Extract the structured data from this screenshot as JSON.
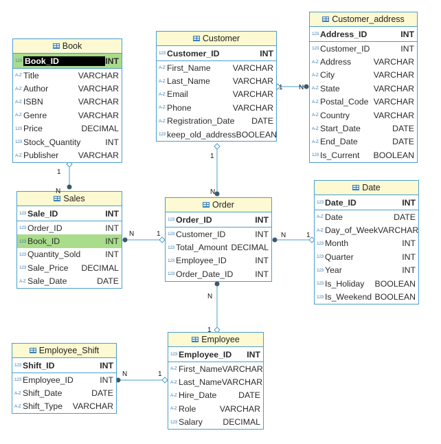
{
  "colors": {
    "header_bg": "#fdf9d2",
    "border": "#4a9ec8",
    "highlight": "#a9dc8b",
    "pk_highlight": "#000000"
  },
  "entities": {
    "book": {
      "name": "Book",
      "fields": [
        {
          "icon": "123",
          "name": "Book_ID",
          "type": "INT"
        },
        {
          "icon": "A-Z",
          "name": "Title",
          "type": "VARCHAR"
        },
        {
          "icon": "A-Z",
          "name": "Author",
          "type": "VARCHAR"
        },
        {
          "icon": "A-Z",
          "name": "ISBN",
          "type": "VARCHAR"
        },
        {
          "icon": "A-Z",
          "name": "Genre",
          "type": "VARCHAR"
        },
        {
          "icon": "123",
          "name": "Price",
          "type": "DECIMAL"
        },
        {
          "icon": "123",
          "name": "Stock_Quantity",
          "type": "INT"
        },
        {
          "icon": "A-Z",
          "name": "Publisher",
          "type": "VARCHAR"
        }
      ]
    },
    "customer": {
      "name": "Customer",
      "fields": [
        {
          "icon": "123",
          "name": "Customer_ID",
          "type": "INT"
        },
        {
          "icon": "A-Z",
          "name": "First_Name",
          "type": "VARCHAR"
        },
        {
          "icon": "A-Z",
          "name": "Last_Name",
          "type": "VARCHAR"
        },
        {
          "icon": "A-Z",
          "name": "Email",
          "type": "VARCHAR"
        },
        {
          "icon": "A-Z",
          "name": "Phone",
          "type": "VARCHAR"
        },
        {
          "icon": "A-Z",
          "name": "Registration_Date",
          "type": "DATE"
        },
        {
          "icon": "123",
          "name": "keep_old_address",
          "type": "BOOLEAN"
        }
      ]
    },
    "customer_address": {
      "name": "Customer_address",
      "fields": [
        {
          "icon": "123",
          "name": "Address_ID",
          "type": "INT"
        },
        {
          "icon": "123",
          "name": "Customer_ID",
          "type": "INT"
        },
        {
          "icon": "A-Z",
          "name": "Address",
          "type": "VARCHAR"
        },
        {
          "icon": "A-Z",
          "name": "City",
          "type": "VARCHAR"
        },
        {
          "icon": "A-Z",
          "name": "State",
          "type": "VARCHAR"
        },
        {
          "icon": "A-Z",
          "name": "Postal_Code",
          "type": "VARCHAR"
        },
        {
          "icon": "A-Z",
          "name": "Country",
          "type": "VARCHAR"
        },
        {
          "icon": "A-Z",
          "name": "Start_Date",
          "type": "DATE"
        },
        {
          "icon": "A-Z",
          "name": "End_Date",
          "type": "DATE"
        },
        {
          "icon": "123",
          "name": "Is_Current",
          "type": "BOOLEAN"
        }
      ]
    },
    "sales": {
      "name": "Sales",
      "fields": [
        {
          "icon": "123",
          "name": "Sale_ID",
          "type": "INT"
        },
        {
          "icon": "123",
          "name": "Order_ID",
          "type": "INT"
        },
        {
          "icon": "123",
          "name": "Book_ID",
          "type": "INT"
        },
        {
          "icon": "123",
          "name": "Quantity_Sold",
          "type": "INT"
        },
        {
          "icon": "123",
          "name": "Sale_Price",
          "type": "DECIMAL"
        },
        {
          "icon": "A-Z",
          "name": "Sale_Date",
          "type": "DATE"
        }
      ]
    },
    "order": {
      "name": "Order",
      "fields": [
        {
          "icon": "123",
          "name": "Order_ID",
          "type": "INT"
        },
        {
          "icon": "123",
          "name": "Customer_ID",
          "type": "INT"
        },
        {
          "icon": "123",
          "name": "Total_Amount",
          "type": "DECIMAL"
        },
        {
          "icon": "123",
          "name": "Employee_ID",
          "type": "INT"
        },
        {
          "icon": "123",
          "name": "Order_Date_ID",
          "type": "INT"
        }
      ]
    },
    "date": {
      "name": "Date",
      "fields": [
        {
          "icon": "123",
          "name": "Date_ID",
          "type": "INT"
        },
        {
          "icon": "A-Z",
          "name": "Date",
          "type": "DATE"
        },
        {
          "icon": "A-Z",
          "name": "Day_of_Week",
          "type": "VARCHAR"
        },
        {
          "icon": "123",
          "name": "Month",
          "type": "INT"
        },
        {
          "icon": "123",
          "name": "Quarter",
          "type": "INT"
        },
        {
          "icon": "123",
          "name": "Year",
          "type": "INT"
        },
        {
          "icon": "123",
          "name": "Is_Holiday",
          "type": "BOOLEAN"
        },
        {
          "icon": "123",
          "name": "Is_Weekend",
          "type": "BOOLEAN"
        }
      ]
    },
    "employee_shift": {
      "name": "Employee_Shift",
      "fields": [
        {
          "icon": "123",
          "name": "Shift_ID",
          "type": "INT"
        },
        {
          "icon": "123",
          "name": "Employee_ID",
          "type": "INT"
        },
        {
          "icon": "A-Z",
          "name": "Shift_Date",
          "type": "DATE"
        },
        {
          "icon": "A-Z",
          "name": "Shift_Type",
          "type": "VARCHAR"
        }
      ]
    },
    "employee": {
      "name": "Employee",
      "fields": [
        {
          "icon": "123",
          "name": "Employee_ID",
          "type": "INT"
        },
        {
          "icon": "A-Z",
          "name": "First_Name",
          "type": "VARCHAR"
        },
        {
          "icon": "A-Z",
          "name": "Last_Name",
          "type": "VARCHAR"
        },
        {
          "icon": "A-Z",
          "name": "Hire_Date",
          "type": "DATE"
        },
        {
          "icon": "A-Z",
          "name": "Role",
          "type": "VARCHAR"
        },
        {
          "icon": "123",
          "name": "Salary",
          "type": "DECIMAL"
        }
      ]
    }
  },
  "relationships": [
    {
      "from": "book",
      "to": "sales",
      "from_card": "1",
      "to_card": "N"
    },
    {
      "from": "customer",
      "to": "order",
      "from_card": "1",
      "to_card": "N"
    },
    {
      "from": "customer",
      "to": "customer_address",
      "from_card": "1",
      "to_card": "N"
    },
    {
      "from": "order",
      "to": "sales",
      "from_card": "1",
      "to_card": "N"
    },
    {
      "from": "date",
      "to": "order",
      "from_card": "1",
      "to_card": "N"
    },
    {
      "from": "employee",
      "to": "order",
      "from_card": "1",
      "to_card": "N"
    },
    {
      "from": "employee",
      "to": "employee_shift",
      "from_card": "1",
      "to_card": "N"
    }
  ]
}
